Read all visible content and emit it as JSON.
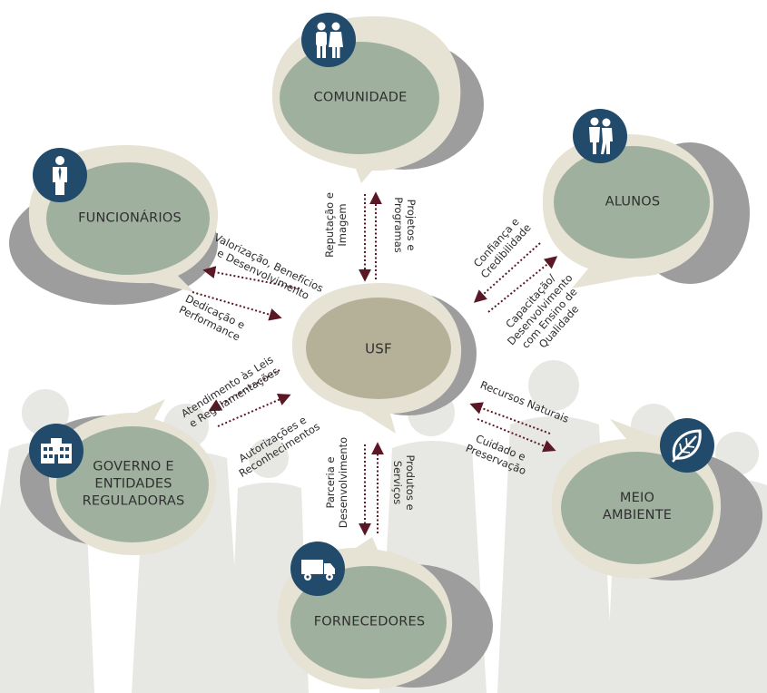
{
  "center": {
    "label": "USF"
  },
  "stakeholders": {
    "comunidade": {
      "label": "COMUNIDADE",
      "icon": "people-icon"
    },
    "alunos": {
      "label": "ALUNOS",
      "icon": "students-icon"
    },
    "funcionarios": {
      "label": "FUNCIONÁRIOS",
      "icon": "employee-icon"
    },
    "governo": {
      "line1": "GOVERNO E",
      "line2": "ENTIDADES",
      "line3": "REGULADORAS",
      "icon": "building-icon"
    },
    "fornecedores": {
      "label": "FORNECEDORES",
      "icon": "truck-icon"
    },
    "meio_ambiente": {
      "line1": "MEIO",
      "line2": "AMBIENTE",
      "icon": "leaf-icon"
    }
  },
  "relations": {
    "comunidade_in": {
      "line1": "Reputação e",
      "line2": "Imagem"
    },
    "comunidade_out": {
      "line1": "Projetos e",
      "line2": "Programas"
    },
    "funcionarios_in": {
      "line1": "Valorização, Benefícios",
      "line2": "e Desenvolvimento"
    },
    "funcionarios_out": {
      "line1": "Dedicação e",
      "line2": "Performance"
    },
    "alunos_in": {
      "line1": "Confiança e",
      "line2": "Credibilidade"
    },
    "alunos_out": {
      "line1": "Capacitação/",
      "line2": "Desenvolvimento",
      "line3": "com Ensino de",
      "line4": "Qualidade"
    },
    "governo_in": {
      "line1": "Atendimento às Leis",
      "line2": "e Regulamentações"
    },
    "governo_out": {
      "line1": "Autorizações e",
      "line2": "Reconhecimentos"
    },
    "fornecedores_in": {
      "line1": "Parceria e",
      "line2": "Desenvolvimento"
    },
    "fornecedores_out": {
      "line1": "Produtos e",
      "line2": "Serviços"
    },
    "ambiente_in": {
      "line1": "Recursos Naturais"
    },
    "ambiente_out": {
      "line1": "Cuidado e",
      "line2": "Preservação"
    }
  },
  "colors": {
    "bubble_fill": "#9fb19e",
    "center_fill": "#b5b199",
    "rim": "#e6e2d4",
    "shadow": "#9d9d9d",
    "badge": "#214a6b",
    "arrow": "#5a1826",
    "silhouette": "#e7e7e3"
  }
}
